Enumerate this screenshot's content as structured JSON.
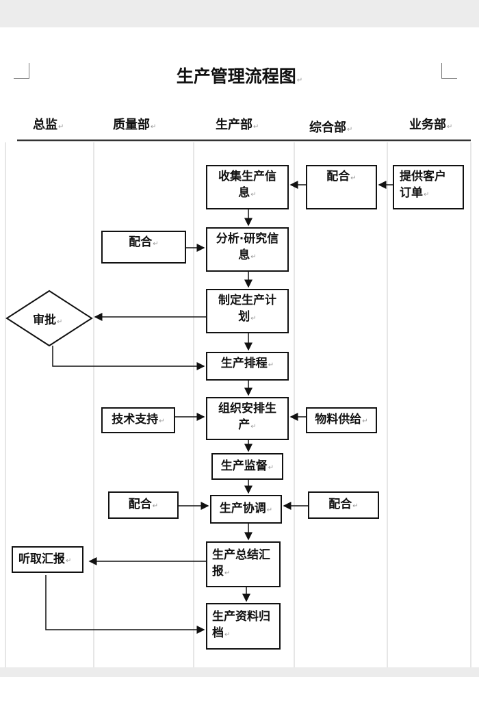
{
  "title": "生产管理流程图",
  "lanes": [
    "总监",
    "质量部",
    "生产部",
    "综合部",
    "业务部"
  ],
  "nodes": {
    "collect": "收集生产信息",
    "coop_general_1": "配合",
    "provide_orders": "提供客户订单",
    "coop_quality_1": "配合",
    "analyze": "分析·研究信息",
    "plan": "制定生产计划",
    "approve": "审批",
    "schedule": "生产排程",
    "tech_support": "技术支持",
    "organize": "组织安排生产",
    "material_supply": "物料供给",
    "supervise": "生产监督",
    "coop_quality_2": "配合",
    "coordinate": "生产协调",
    "coop_general_2": "配合",
    "listen_report": "听取汇报",
    "summary_report": "生产总结汇报",
    "archive": "生产资料归档"
  }
}
